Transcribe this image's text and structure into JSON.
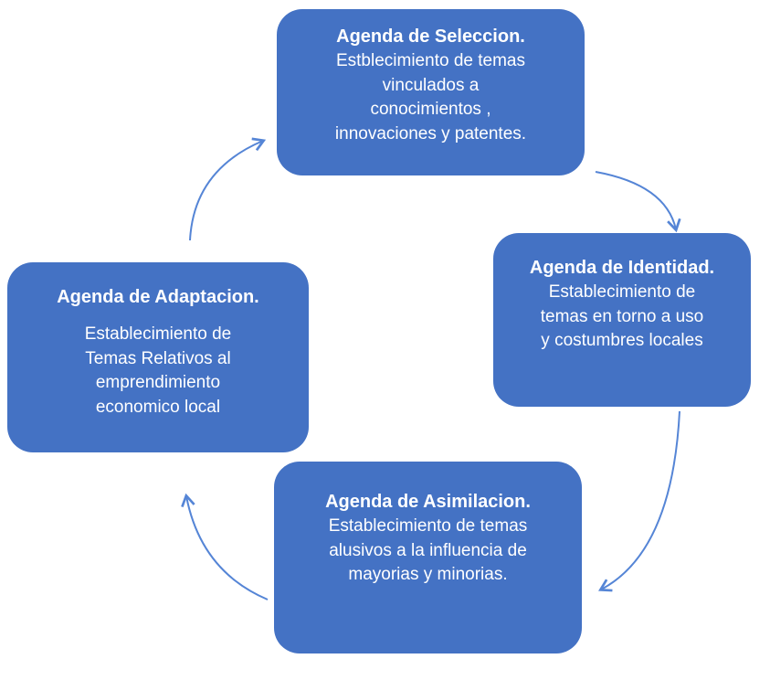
{
  "diagram": {
    "accent_color": "#4472C4",
    "arrow_color": "#5585D6",
    "nodes": [
      {
        "id": "seleccion",
        "title": "Agenda de Seleccion.",
        "body": [
          "Estblecimiento de temas",
          "vinculados a",
          "conocimientos ,",
          "innovaciones y patentes."
        ]
      },
      {
        "id": "identidad",
        "title": "Agenda de Identidad.",
        "body": [
          "Establecimiento de",
          "temas en torno a uso",
          "y costumbres locales"
        ]
      },
      {
        "id": "asimilacion",
        "title": "Agenda de Asimilacion.",
        "body": [
          "Establecimiento de temas",
          "alusivos a la influencia de",
          "mayorias y minorias."
        ]
      },
      {
        "id": "adaptacion",
        "title": "Agenda de Adaptacion.",
        "body": [
          "Establecimiento de",
          "Temas Relativos al",
          "emprendimiento",
          "economico local"
        ]
      }
    ]
  }
}
